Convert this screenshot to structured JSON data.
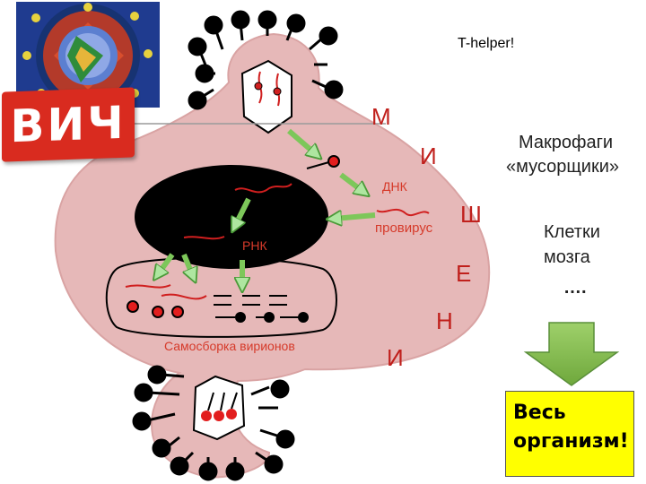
{
  "title": "ВИЧ",
  "t_helper": "T-helper!",
  "labels": {
    "dna": "ДНК",
    "provirus": "провирус",
    "rna": "РНК",
    "self_assembly": "Самосборка вирионов"
  },
  "vertical_word": [
    "М",
    "И",
    "Ш",
    "Е",
    "Н",
    "И"
  ],
  "side": {
    "macrophages_line1": "Макрофаги",
    "macrophages_line2": "«мусорщики»",
    "brain_line1": "Клетки",
    "brain_line2": "мозга",
    "dots": "….",
    "whole_line1": "Весь",
    "whole_line2": "организм!"
  },
  "colors": {
    "cell": "#e8b9b9",
    "nucleus": "#000000",
    "arrow_green": "#7dc75a",
    "arrow_outline": "#5a8f3a",
    "box_yellow": "#ffff00",
    "title_red": "#d92b1f"
  }
}
